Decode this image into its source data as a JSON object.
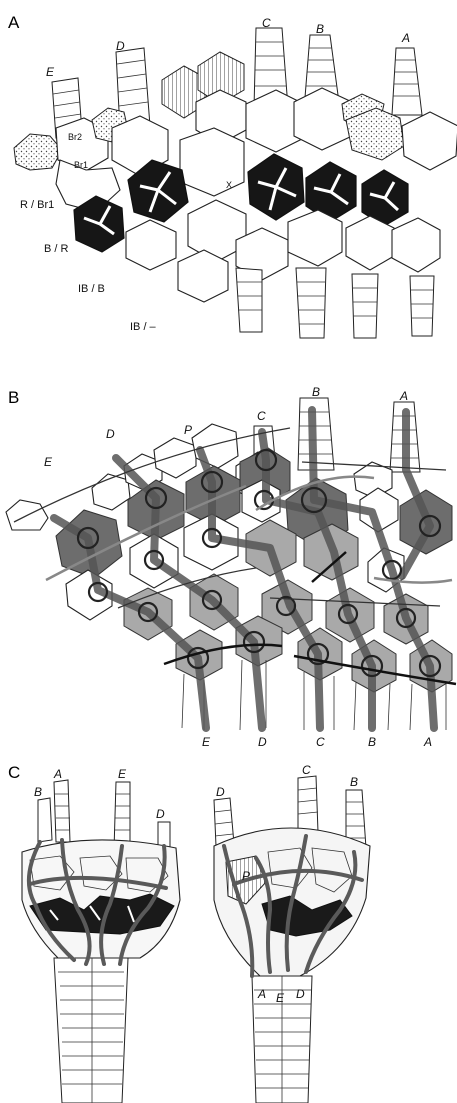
{
  "figure": {
    "panels": {
      "a": {
        "label": "A",
        "rays": [
          "E",
          "D",
          "C",
          "B",
          "A"
        ],
        "row_labels": [
          "R / Br1",
          "B / R",
          "IB / B",
          "IB / –"
        ],
        "plate_labels": [
          "Br2",
          "Br1",
          "X"
        ]
      },
      "b": {
        "label": "B",
        "top_rays": [
          "E",
          "D",
          "P",
          "C",
          "B",
          "A"
        ],
        "bottom_rays": [
          "E",
          "D",
          "C",
          "B",
          "A"
        ]
      },
      "c": {
        "label": "C",
        "left_rays": [
          "B",
          "A",
          "E",
          "D"
        ],
        "right_rays": [
          "D",
          "P",
          "C",
          "B"
        ],
        "right_base": [
          "A",
          "E",
          "D"
        ]
      }
    },
    "colors": {
      "black_plates": "#161616",
      "dark_grey": "#6d6d6d",
      "mid_grey": "#a9a9a9",
      "trace": "#555555"
    }
  }
}
